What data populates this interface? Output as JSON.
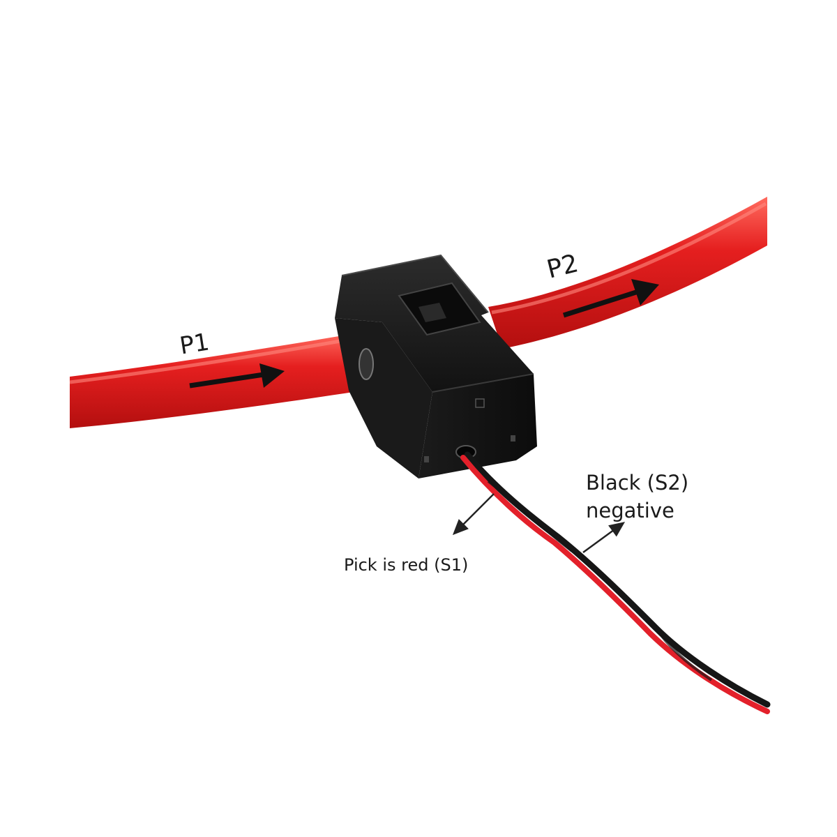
{
  "photo": {
    "subject": "split-core-current-transformer-on-red-cable",
    "colors": {
      "background": "#ffffff",
      "cable": "#e51f1f",
      "cable_shadow": "#b30f0f",
      "cable_highlight": "#ff6a5e",
      "clamp_body": "#141414",
      "clamp_edge": "#3a3a3a",
      "lead_red": "#e3202a",
      "lead_black": "#161616",
      "arrow": "#111111"
    }
  },
  "labels": {
    "p1": "P1",
    "p2": "P2",
    "black_s2_line1": "Black (S2)",
    "black_s2_line2": "negative",
    "red_s1": "Pick is red (S1)"
  }
}
